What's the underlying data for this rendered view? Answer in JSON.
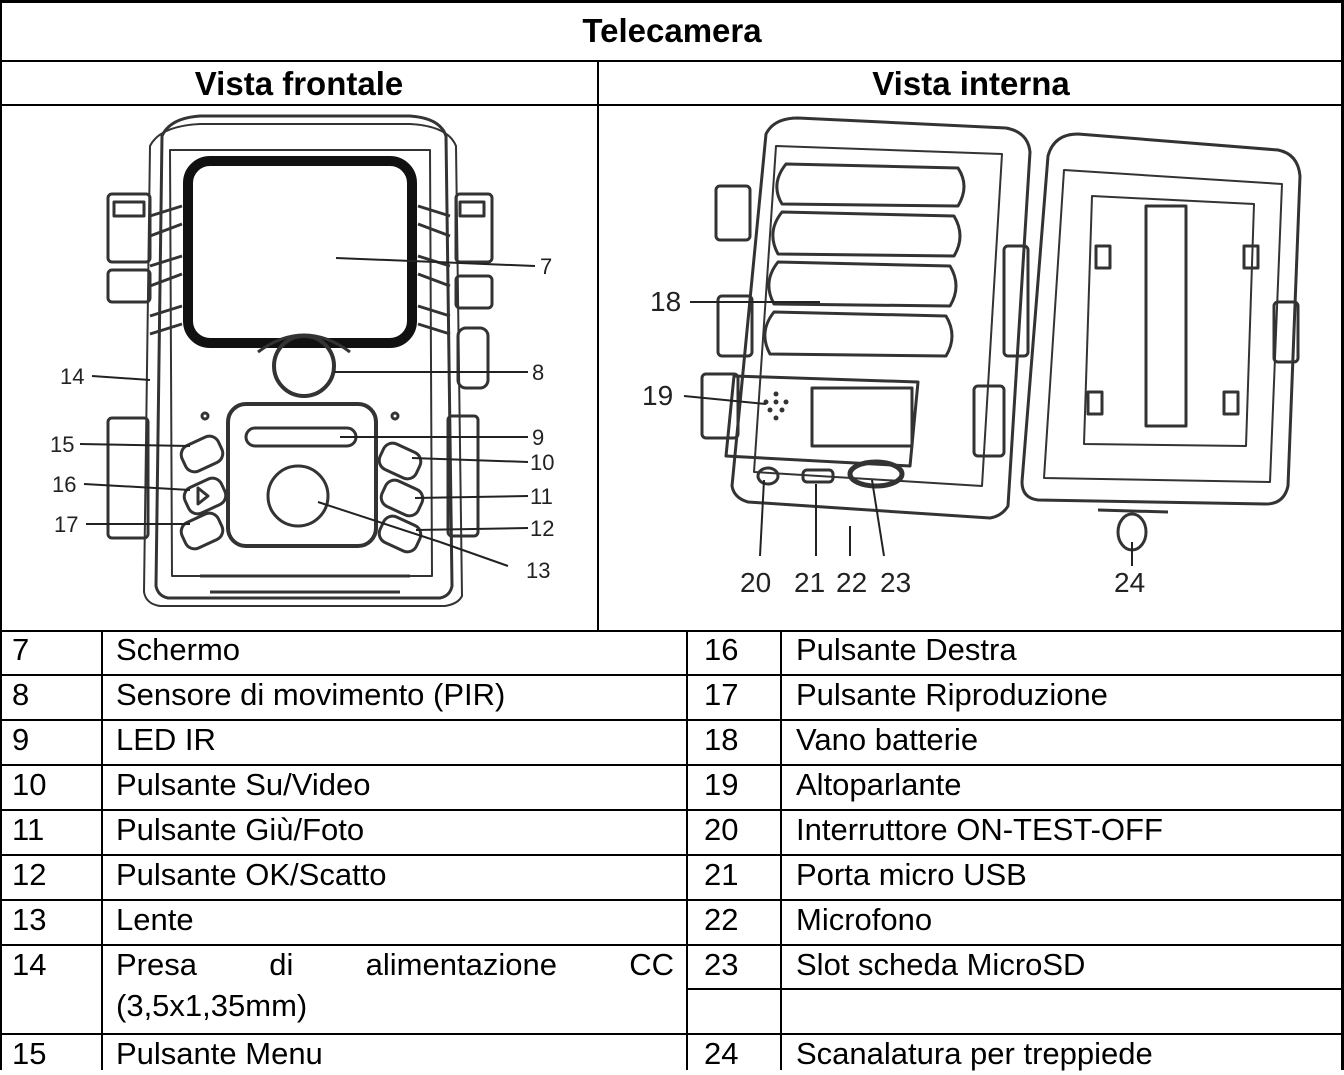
{
  "header": {
    "title": "Telecamera",
    "front_view": "Vista frontale",
    "inside_view": "Vista interna"
  },
  "diagram_front": {
    "callouts": [
      "7",
      "8",
      "9",
      "10",
      "11",
      "12",
      "13",
      "14",
      "15",
      "16",
      "17"
    ]
  },
  "diagram_inside": {
    "callouts": [
      "18",
      "19",
      "20",
      "21",
      "22",
      "23",
      "24"
    ]
  },
  "parts_left": [
    {
      "num": "7",
      "label": "Schermo"
    },
    {
      "num": "8",
      "label": "Sensore di movimento (PIR)"
    },
    {
      "num": "9",
      "label": "LED IR"
    },
    {
      "num": "10",
      "label": "Pulsante Su/Video"
    },
    {
      "num": "11",
      "label": "Pulsante Giù/Foto"
    },
    {
      "num": "12",
      "label": "Pulsante OK/Scatto"
    },
    {
      "num": "13",
      "label": "Lente"
    },
    {
      "num": "14",
      "label": "Presa di alimentazione CC",
      "label_line2": "(3,5x1,35mm)"
    },
    {
      "num": "15",
      "label": "Pulsante Menu"
    }
  ],
  "parts_right": [
    {
      "num": "16",
      "label": "Pulsante Destra"
    },
    {
      "num": "17",
      "label": "Pulsante Riproduzione"
    },
    {
      "num": "18",
      "label": "Vano batterie"
    },
    {
      "num": "19",
      "label": "Altoparlante"
    },
    {
      "num": "20",
      "label": "Interruttore ON-TEST-OFF"
    },
    {
      "num": "21",
      "label": "Porta micro USB"
    },
    {
      "num": "22",
      "label": "Microfono"
    },
    {
      "num": "23",
      "label": "Slot scheda MicroSD"
    },
    {
      "num": "24",
      "label": "Scanalatura per treppiede"
    }
  ]
}
